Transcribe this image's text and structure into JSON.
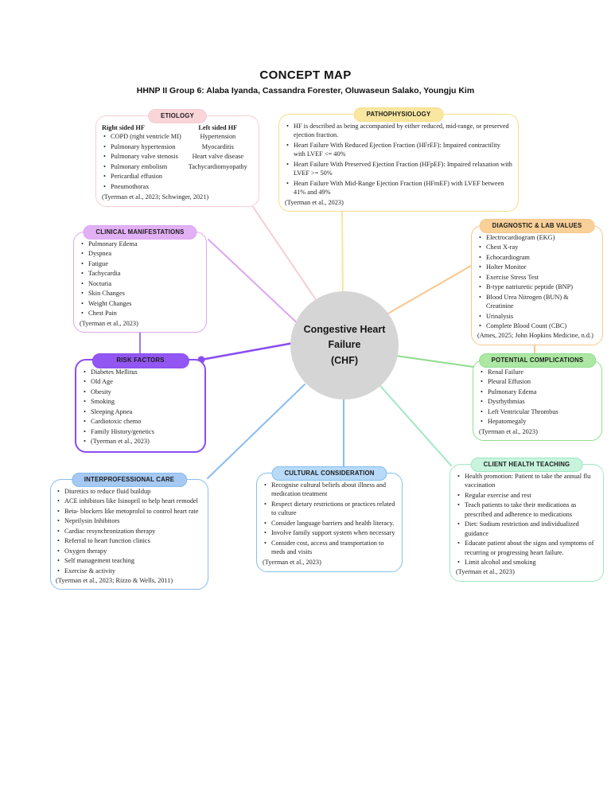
{
  "title": "CONCEPT MAP",
  "subtitle": "HHNP II Group 6:  Alaba Iyanda, Cassandra Forester, Oluwaseun Salako, Youngju Kim",
  "center": {
    "line1": "Congestive Heart",
    "line2": "Failure",
    "line3": "(CHF)",
    "fill": "#d5d5d5"
  },
  "boxes": {
    "etiology": {
      "header": "ETIOLOGY",
      "border": "#f6cdd3",
      "pill": "#f9d4d9",
      "left_column": {
        "heading": "Right sided HF",
        "items": [
          "COPD (right ventricle MI)",
          "Pulmonary hypertension",
          "Pulmonary valve stenosis",
          "Pulmonary embolism",
          "Pericardial effusion",
          "Pneumothorax"
        ]
      },
      "right_column": {
        "heading": "Left sided HF",
        "items": [
          "Hypertension",
          "Myocarditis",
          "Heart valve disease",
          "Tachycardiomyopathy"
        ]
      },
      "citation": "(Tyerman et al., 2023; Schwinger, 2021)"
    },
    "pathophysiology": {
      "header": "PATHOPHYSIOLOGY",
      "border": "#f6de85",
      "pill": "#f9e7a1",
      "items": [
        "HF is described as being accompanied by either reduced, mid-range, or preserved ejection fraction.",
        "Heart Failure With Reduced Ejection Fraction (HFrEF): Impaired contractility with LVEF <= 40%",
        "Heart Failure With Preserved Ejection Fraction (HFpEF): Impaired relaxation with LVEF >= 50%",
        "Heart Failure With Mid-Range Ejection Fraction (HFmEF) with LVEF between 41% and 49%"
      ],
      "citation": "(Tyerman et al., 2023)"
    },
    "clinical_manifestations": {
      "header": "CLINICAL MANIFESTATIONS",
      "border": "#dda6f2",
      "pill": "#e2b0f5",
      "items": [
        "Pulmonary Edema",
        "Dyspnea",
        "Fatigue",
        "Tachycardia",
        "Nocturia",
        "Skin Changes",
        "Weight Changes",
        "Chest Pain"
      ],
      "citation": "(Tyerman et al., 2023)"
    },
    "diagnostic_lab_values": {
      "header": "DIAGNOSTIC & LAB VALUES",
      "border": "#f7c88d",
      "pill": "#f8d098",
      "items": [
        "Electrocardiogram (EKG)",
        "Chest X-ray",
        "Echocardiogram",
        "Holter Monitor",
        "Exercise Stress Test",
        "B-type natriuretic peptide (BNP)",
        "Blood Urea Nitrogen (BUN) & Creatinine",
        "Urinalysis",
        "Complete Blood Count (CBC)"
      ],
      "citation": "(Ames, 2025; John Hopkins Medicine, n.d.)"
    },
    "risk_factors": {
      "header": "RISK FACTORS",
      "border": "#8a4df0",
      "pill": "#9257f2",
      "items": [
        "Diabetes Mellitus",
        "Old Age",
        "Obesity",
        "Smoking",
        "Sleeping Apnea",
        "Cardiotoxic chemo",
        "Family History/genetics",
        "(Tyerman et al., 2023)"
      ]
    },
    "potential_complications": {
      "header": "POTENTIAL COMPLICATIONS",
      "border": "#90dd8d",
      "pill": "#ace8a3",
      "items": [
        "Renal Failure",
        "Pleural Effusion",
        "Pulmonary Edema",
        "Dysrhythmias",
        "Left Ventricular Thrombus",
        "Hepatomegaly"
      ],
      "citation": "(Tyerman et al., 2023)"
    },
    "interprofessional_care": {
      "header": "INTERPROFESSIONAL CARE",
      "border": "#87bdf0",
      "pill": "#a5c9f2",
      "items": [
        "Diuretics to reduce fluid buildup",
        "ACE inhibitors like Isinopril to help heart remodel",
        "Beta- blockers like metoprolol to control heart rate",
        "Neprilysin Inhibitors",
        "Cardiac resynchronization therapy",
        "Referral to heart function clinics",
        "Oxygen therapy",
        "Self management teaching",
        "Exercise & activity"
      ],
      "citation": "(Tyerman et al., 2023; Rizzo & Wells, 2011)"
    },
    "cultural_consideration": {
      "header": "CULTURAL CONSIDERATION",
      "border": "#83c0ee",
      "pill": "#b8d9f8",
      "items": [
        "Recognise cultural beliefs about illness and medication treatment",
        "Respect dietary restrictions or practices related to culture",
        "Consider language barriers and health literacy.",
        "Involve family support system when necessary",
        "Consider cost, access and transportation to meds and visits"
      ],
      "citation": "(Tyerman et al., 2023)"
    },
    "client_health_teaching": {
      "header": "CLIENT HEALTH TEACHING",
      "border": "#9fe8c2",
      "pill": "#c8f4de",
      "items": [
        "Health promotion: Patient to take the annual flu vaccination",
        "Regular exercise and rest",
        "Teach patients to take their medications as prescribed and adherence to medications",
        "Diet: Sodium restriction and individualized guidance",
        "Educate patient about the signs and symptoms of recurring or progressing heart failure.",
        "Limit alcohol and smoking"
      ],
      "citation": "(Tyerman et al., 2023)"
    }
  }
}
